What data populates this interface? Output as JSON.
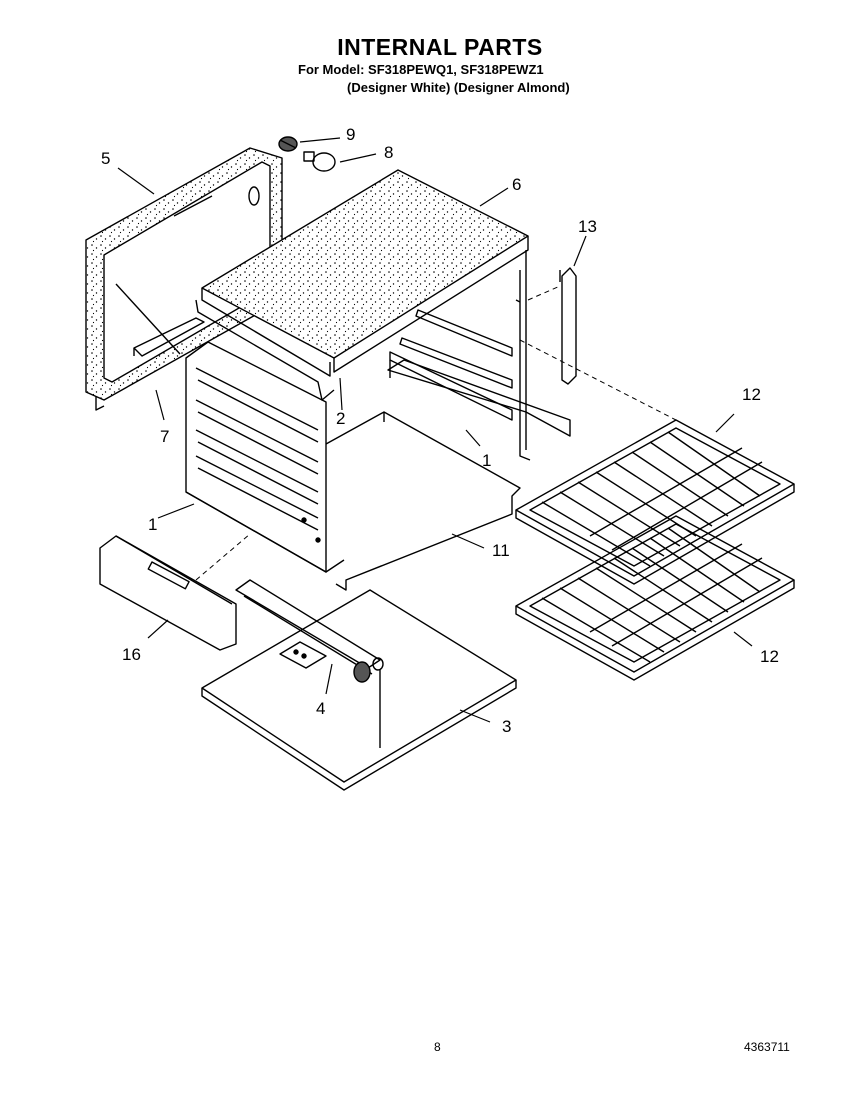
{
  "header": {
    "title": "INTERNAL PARTS",
    "model_line": "For Model: SF318PEWQ1, SF318PEWZ1",
    "colors_line": "(Designer White) (Designer Almond)"
  },
  "callouts": {
    "p1a": "1",
    "p1b": "1",
    "p2": "2",
    "p3": "3",
    "p4": "4",
    "p5": "5",
    "p6": "6",
    "p7": "7",
    "p8": "8",
    "p9": "9",
    "p11": "11",
    "p12a": "12",
    "p12b": "12",
    "p13": "13",
    "p16": "16"
  },
  "footer": {
    "page_number": "8",
    "doc_number": "4363711"
  }
}
